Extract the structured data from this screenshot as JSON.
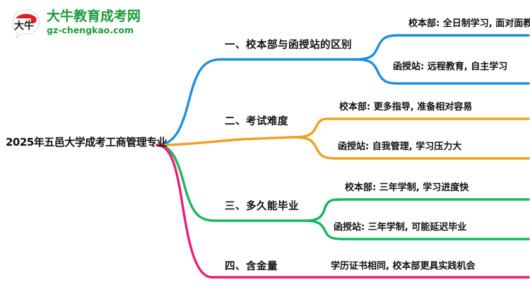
{
  "logo": {
    "mark_text": "大牛",
    "title": "大牛教育成考网",
    "subtitle": "gz-chengkao.com",
    "brand_color": "#1a9c3c",
    "mark_accent_color": "#d8221e"
  },
  "mindmap": {
    "root": {
      "label": "2025年五邑大学成考工商管理专业"
    },
    "branches": [
      {
        "index": "1",
        "label": "一、校本部与函授站的区别",
        "color": "#1f8fe0",
        "leaves": [
          {
            "label": "校本部: 全日制学习, 面对面教学"
          },
          {
            "label": "函授站: 远程教育, 自主学习"
          }
        ]
      },
      {
        "index": "2",
        "label": "二、考试难度",
        "color": "#f0a020",
        "leaves": [
          {
            "label": "校本部: 更多指导, 准备相对容易"
          },
          {
            "label": "函授站: 自我管理, 学习压力大"
          }
        ]
      },
      {
        "index": "3",
        "label": "三、多久能毕业",
        "color": "#16b85e",
        "leaves": [
          {
            "label": "校本部: 三年学制, 学习进度快"
          },
          {
            "label": "函授站: 三年学制, 可能延迟毕业"
          }
        ]
      },
      {
        "index": "4",
        "label": "四、含金量",
        "color": "#ec1d78",
        "leaves": [
          {
            "label": "学历证书相同, 校本部更具实践机会"
          }
        ]
      }
    ]
  }
}
